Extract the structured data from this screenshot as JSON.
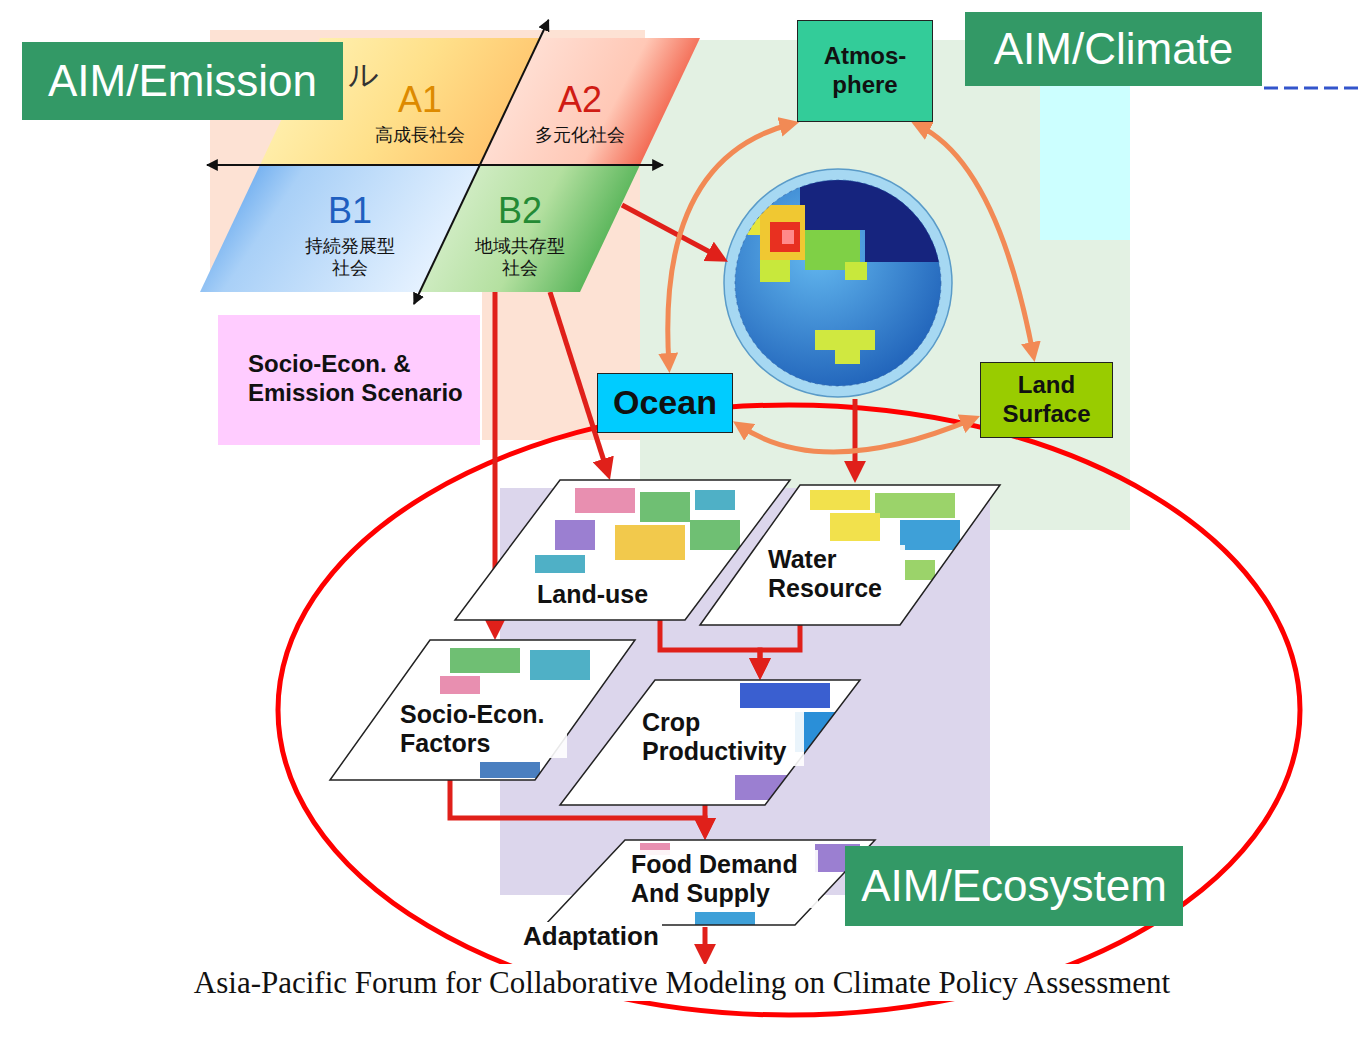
{
  "diagram": {
    "caption": "Asia-Pacific Forum for Collaborative Modeling on Climate Policy Assessment",
    "nodes": [
      {
        "text": [
          "AIM/Emission"
        ]
      },
      {
        "text": [
          "A1",
          "高成長社会"
        ]
      },
      {
        "text": [
          "A2",
          "多元化社会"
        ]
      },
      {
        "text": [
          "B1",
          "持続発展型 社会"
        ]
      },
      {
        "text": [
          "B2",
          "地域共存型 社会"
        ]
      },
      {
        "text": [
          "Socio-Econ. & Emission Scenario"
        ]
      },
      {
        "text": [
          "AIM/Climate"
        ]
      },
      {
        "text": [
          "Atmos- phere"
        ]
      },
      {
        "text": [
          "Ocean"
        ]
      },
      {
        "text": [
          "Land Surface"
        ]
      },
      {
        "text": [
          "Land-use"
        ]
      },
      {
        "text": [
          "Water Resource"
        ]
      },
      {
        "text": [
          "Socio-Econ. Factors"
        ]
      },
      {
        "text": [
          "Crop Productivity"
        ]
      },
      {
        "text": [
          "Food Demand And Supply"
        ]
      },
      {
        "text": [
          "AIM/Ecosystem"
        ]
      }
    ],
    "edges": [
      {
        "from": 4,
        "to": 10,
        "arrow": "to"
      },
      {
        "from": 4,
        "to": 12,
        "arrow": "to"
      },
      {
        "from": 10,
        "to": 13,
        "arrow": "to"
      },
      {
        "from": 11,
        "to": 13,
        "arrow": "to"
      },
      {
        "from": 12,
        "to": 14,
        "arrow": "to"
      },
      {
        "from": 13,
        "to": 14,
        "arrow": "to"
      },
      {
        "from": 7,
        "to": 8,
        "arrow": "both"
      },
      {
        "from": 7,
        "to": 9,
        "arrow": "both"
      },
      {
        "from": 8,
        "to": 9,
        "arrow": "both"
      }
    ],
    "labels": [
      "ル",
      "Adaptation"
    ]
  }
}
